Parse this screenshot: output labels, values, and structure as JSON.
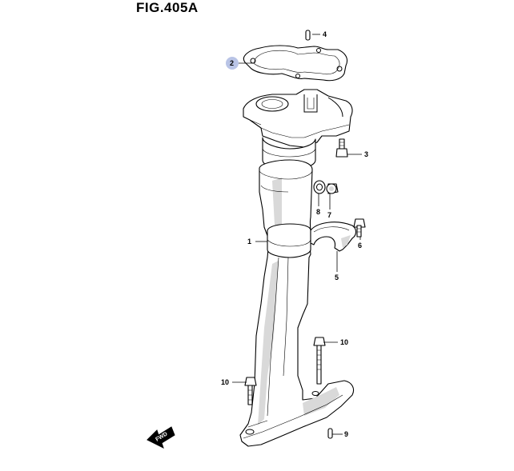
{
  "figure": {
    "title": "FIG.405A"
  },
  "callouts": [
    {
      "id": "c1",
      "label": "1"
    },
    {
      "id": "c2",
      "label": "2",
      "highlight": "#b9c4e6"
    },
    {
      "id": "c3",
      "label": "3"
    },
    {
      "id": "c4",
      "label": "4"
    },
    {
      "id": "c5",
      "label": "5"
    },
    {
      "id": "c6",
      "label": "6"
    },
    {
      "id": "c7",
      "label": "7"
    },
    {
      "id": "c8",
      "label": "8"
    },
    {
      "id": "c9",
      "label": "9"
    },
    {
      "id": "c10a",
      "label": "10"
    },
    {
      "id": "c10b",
      "label": "10"
    }
  ],
  "direction_badge": {
    "label": "FWD"
  }
}
